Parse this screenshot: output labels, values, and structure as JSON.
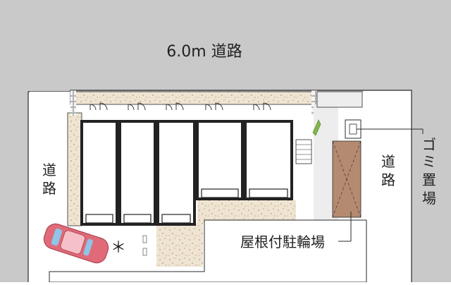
{
  "labels": {
    "top_road": "6.0m 道路",
    "left_road": [
      "道",
      "路"
    ],
    "right_road": [
      "道",
      "路"
    ],
    "trash_area": [
      "ゴ",
      "ミ",
      "置",
      "場"
    ],
    "bicycle_parking": "屋根付駐輪場",
    "parking_mark": "＊"
  },
  "units": {
    "count": 5
  },
  "colors": {
    "road": "#c9c9c9",
    "outline": "#2a2a2a",
    "building_wall": "#222222",
    "gravel": "#efe4d2",
    "gravel_dot": "#b79c78",
    "wood_deck": "#b48a70",
    "car": "#e06a78",
    "plant": "#7fb84a"
  },
  "icons": [
    "door-swing-icon",
    "car-icon",
    "stairs-icon",
    "tree-icon",
    "trash-box-icon"
  ]
}
